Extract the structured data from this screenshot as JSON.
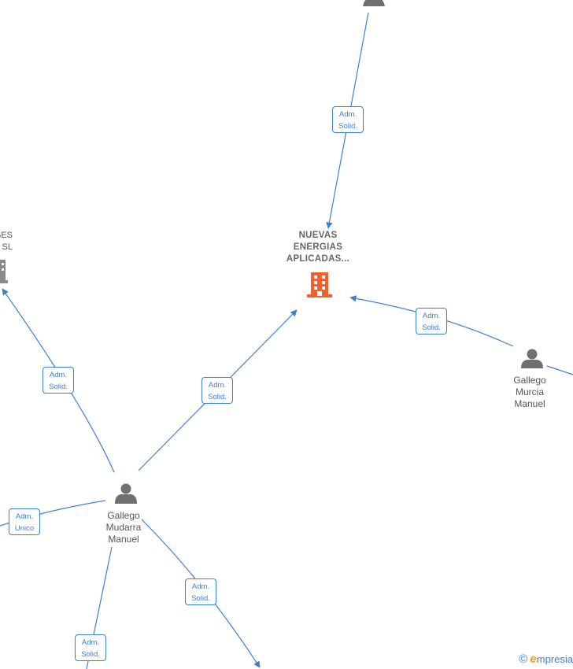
{
  "nodes": {
    "company_main": {
      "lines": [
        "NUEVAS",
        "ENERGIAS",
        "APLICADAS..."
      ],
      "color": "#f0622d"
    },
    "company_left": {
      "lines": [
        "SES",
        "SL"
      ],
      "color": "#8a8a8a"
    },
    "person_murcia": {
      "lines": [
        "Gallego",
        "Murcia",
        "Manuel"
      ]
    },
    "person_mudarra": {
      "lines": [
        "Gallego",
        "Mudarra",
        "Manuel"
      ]
    }
  },
  "edge_labels": {
    "top": [
      "Adm.",
      "Solid."
    ],
    "murcia_main": [
      "Adm.",
      "Solid."
    ],
    "mudarra_main": [
      "Adm.",
      "Solid."
    ],
    "mudarra_left": [
      "Adm.",
      "Solid."
    ],
    "mudarra_unico": [
      "Adm.",
      "Unico"
    ],
    "mudarra_bottom_left": [
      "Adm.",
      "Solid."
    ],
    "mudarra_bottom_right": [
      "Adm.",
      "Solid."
    ]
  },
  "colors": {
    "edge": "#3a7fd5",
    "person": "#707070",
    "company_main": "#f0622d"
  },
  "brand": {
    "copyright": "©",
    "initial": "e",
    "rest": "mpresia"
  }
}
